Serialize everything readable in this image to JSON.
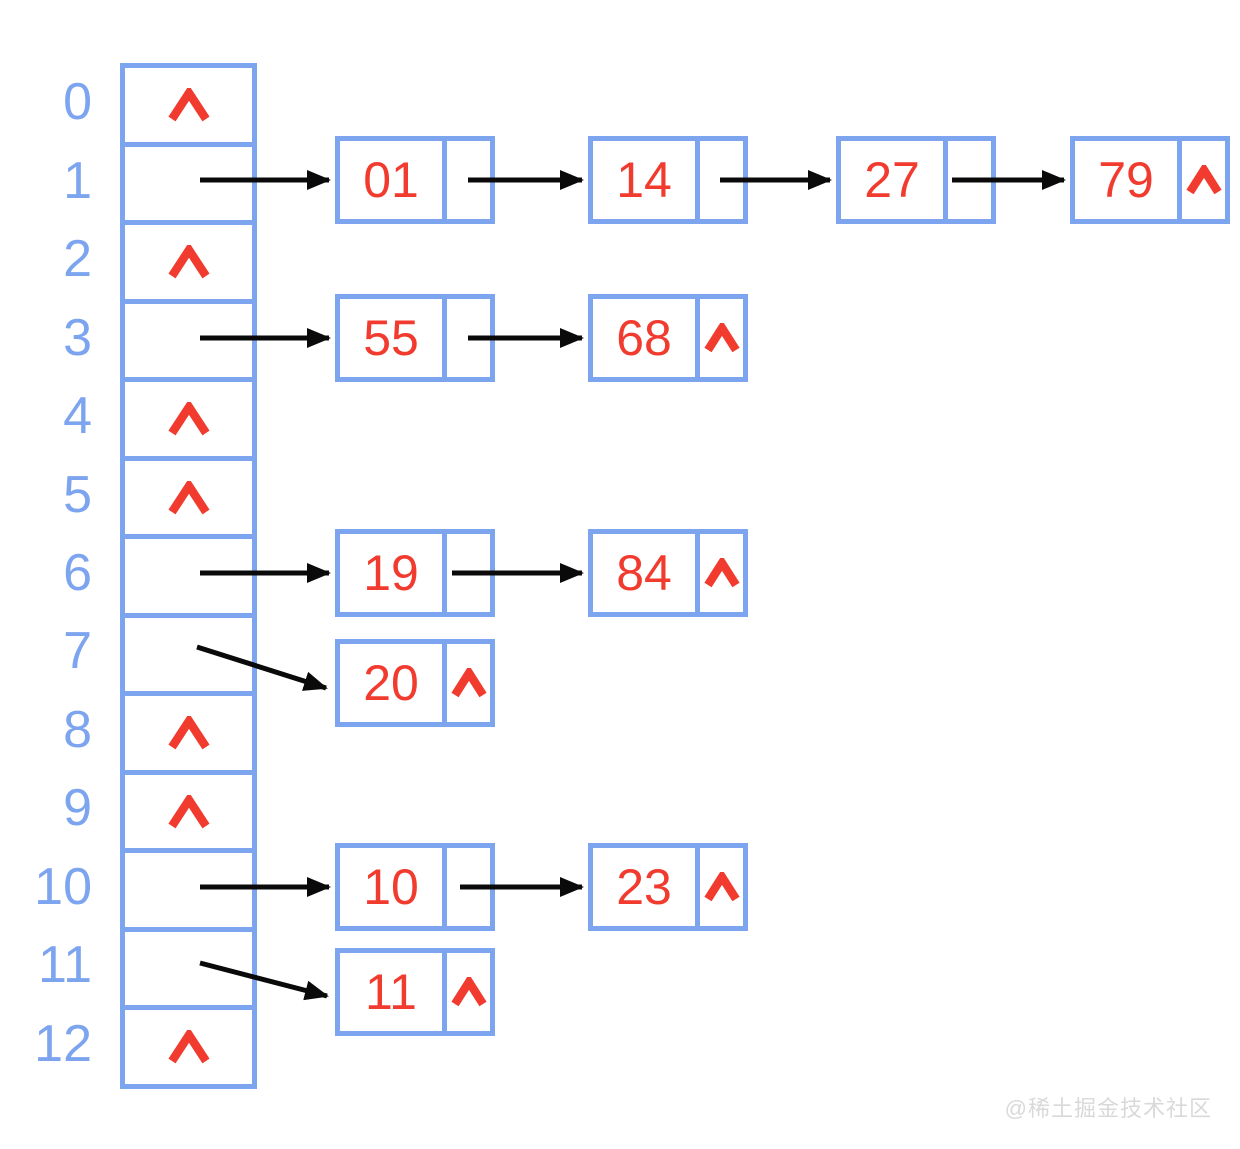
{
  "diagram_type": "hash-table-separate-chaining",
  "icons": {
    "null_pointer": "∧"
  },
  "colors": {
    "frame_blue": "#7CA4EF",
    "value_red": "#F23B2F",
    "arrow_black": "#0A0A0A",
    "index_blue": "#7CA4EF",
    "watermark_gray": "#D9D9D9",
    "background": "#FFFFFF"
  },
  "buckets": [
    {
      "index": "0",
      "null": true
    },
    {
      "index": "1",
      "chain": [
        "01",
        "14",
        "27",
        "79"
      ]
    },
    {
      "index": "2",
      "null": true
    },
    {
      "index": "3",
      "chain": [
        "55",
        "68"
      ]
    },
    {
      "index": "4",
      "null": true
    },
    {
      "index": "5",
      "null": true
    },
    {
      "index": "6",
      "chain": [
        "19",
        "84"
      ]
    },
    {
      "index": "7",
      "chain": [
        "20"
      ]
    },
    {
      "index": "8",
      "null": true
    },
    {
      "index": "9",
      "null": true
    },
    {
      "index": "10",
      "chain": [
        "10",
        "23"
      ]
    },
    {
      "index": "11",
      "chain": [
        "11"
      ]
    },
    {
      "index": "12",
      "null": true
    }
  ],
  "watermark": "@稀土掘金技术社区"
}
